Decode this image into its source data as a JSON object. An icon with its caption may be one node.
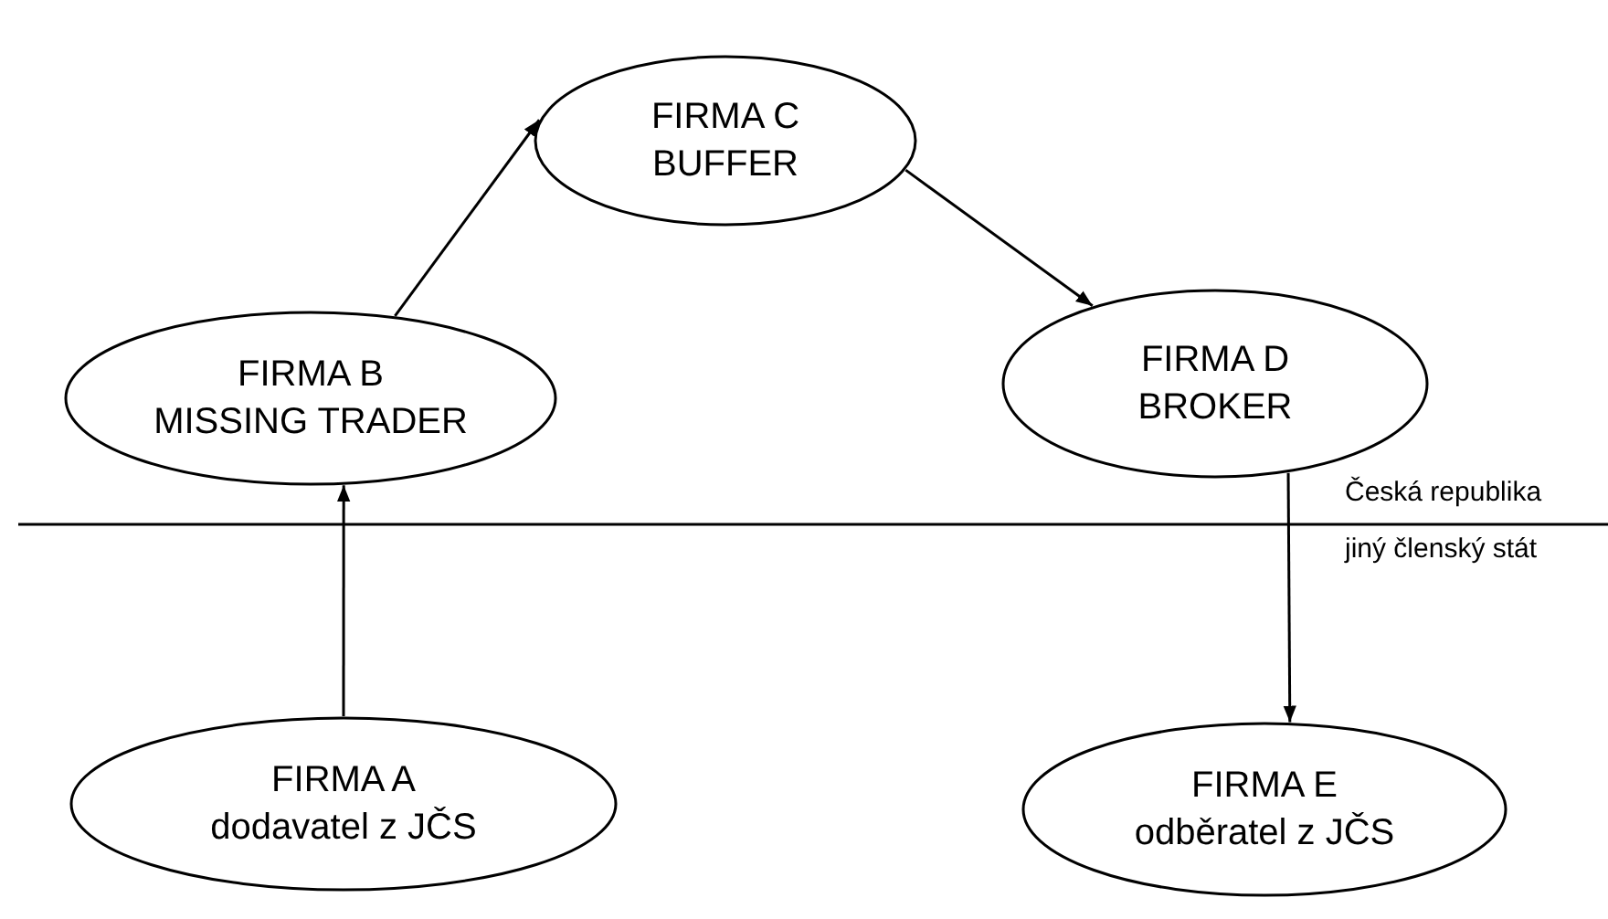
{
  "diagram": {
    "nodes": [
      {
        "text": [
          "FIRMA C",
          "BUFFER"
        ]
      },
      {
        "text": [
          "FIRMA B",
          "MISSING TRADER"
        ]
      },
      {
        "text": [
          "FIRMA D",
          "BROKER"
        ]
      },
      {
        "text": [
          "FIRMA A",
          "dodavatel z JČS"
        ]
      },
      {
        "text": [
          "FIRMA E",
          "odběratel z JČS"
        ]
      }
    ],
    "edges": [
      {
        "from": 3,
        "to": 1,
        "arrow": "to"
      },
      {
        "from": 1,
        "to": 0,
        "arrow": "to"
      },
      {
        "from": 0,
        "to": 2,
        "arrow": "to"
      },
      {
        "from": 2,
        "to": 4,
        "arrow": "to"
      }
    ],
    "labels": [
      "Česká republika",
      "jiný členský stát"
    ]
  }
}
